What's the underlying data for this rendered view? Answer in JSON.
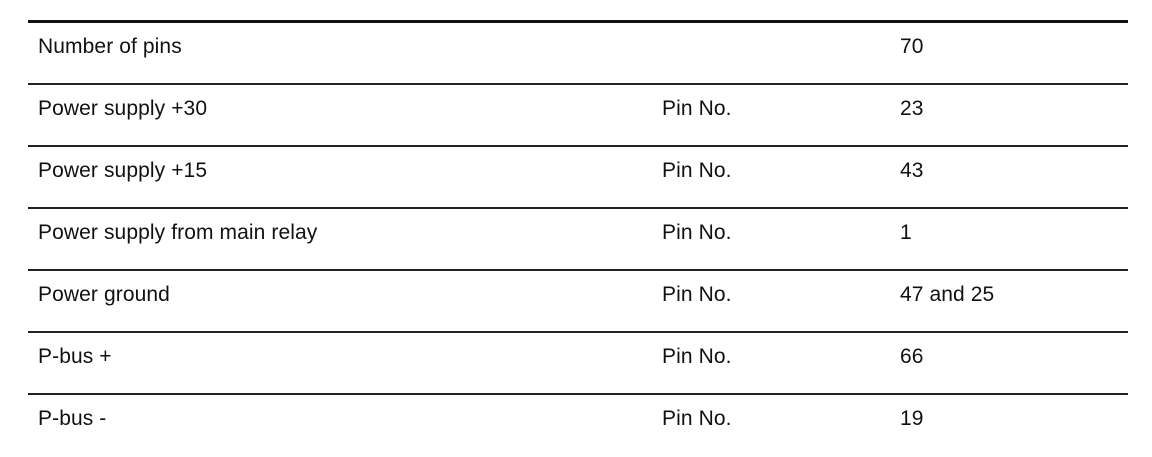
{
  "table": {
    "rows": [
      {
        "parameter": "Number of pins",
        "label": "",
        "value": "70"
      },
      {
        "parameter": "Power supply +30",
        "label": "Pin No.",
        "value": "23"
      },
      {
        "parameter": "Power supply +15",
        "label": "Pin No.",
        "value": "43"
      },
      {
        "parameter": "Power supply from main relay",
        "label": "Pin No.",
        "value": "1"
      },
      {
        "parameter": "Power ground",
        "label": "Pin No.",
        "value": "47 and 25"
      },
      {
        "parameter": "P-bus +",
        "label": "Pin No.",
        "value": "66"
      },
      {
        "parameter": "P-bus -",
        "label": "Pin No.",
        "value": "19"
      }
    ]
  }
}
